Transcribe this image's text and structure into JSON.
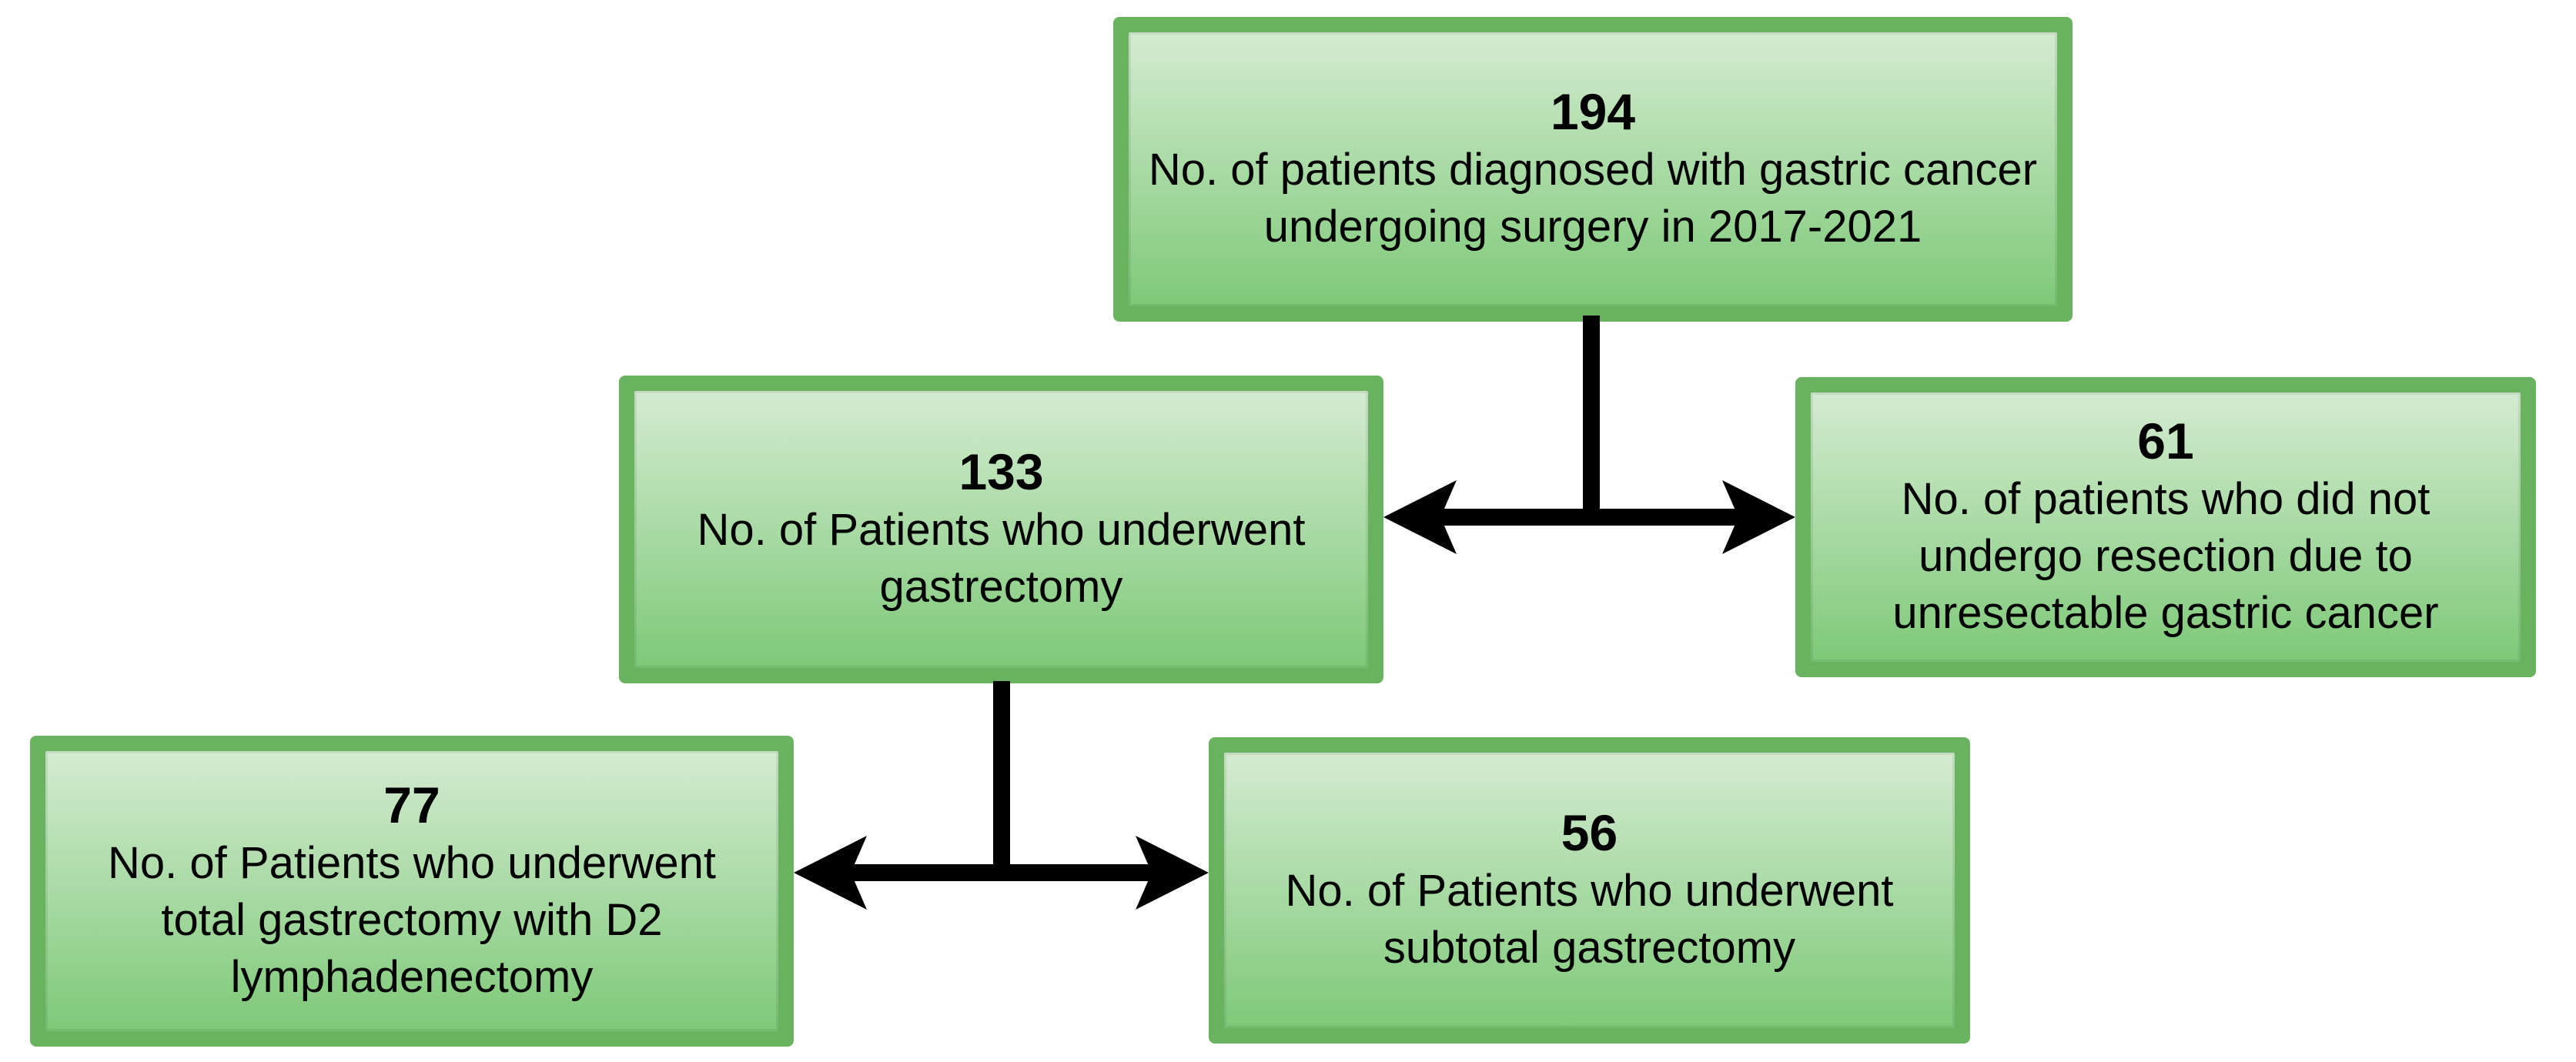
{
  "diagram": {
    "type": "flowchart",
    "nodes": {
      "total": {
        "count": "194",
        "label": "No. of patients diagnosed with gastric cancer undergoing surgery in 2017-2021"
      },
      "gastrectomy": {
        "count": "133",
        "label": "No. of Patients who underwent gastrectomy"
      },
      "no_resection": {
        "count": "61",
        "label": "No. of patients who did not undergo resection due to unresectable gastric cancer"
      },
      "total_gastrectomy_d2": {
        "count": "77",
        "label": "No. of Patients who underwent total gastrectomy with D2 lymphadenectomy"
      },
      "subtotal_gastrectomy": {
        "count": "56",
        "label": "No. of Patients who underwent subtotal gastrectomy"
      }
    },
    "connectors": [
      {
        "from": "total",
        "to": [
          "gastrectomy",
          "no_resection"
        ],
        "style": "t-split-double-arrow"
      },
      {
        "from": "gastrectomy",
        "to": [
          "total_gastrectomy_d2",
          "subtotal_gastrectomy"
        ],
        "style": "t-split-double-arrow"
      }
    ],
    "colors": {
      "box_border": "#69b25f",
      "box_fill_top": "#d4ebd1",
      "box_fill_bottom": "#7ec978",
      "arrow": "#000000",
      "text": "#000000"
    }
  }
}
